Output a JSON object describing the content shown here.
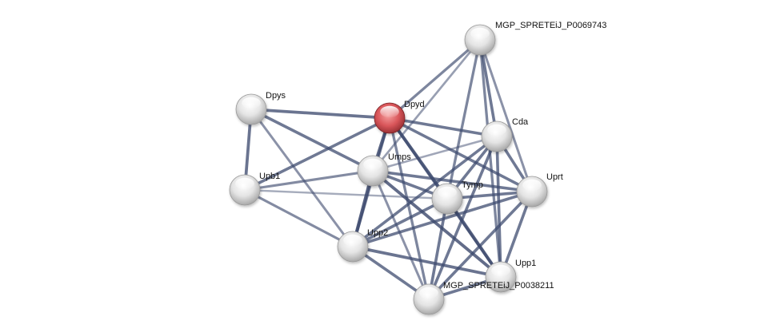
{
  "network": {
    "colors": {
      "edge": "#3d4a6e",
      "node_query": "#d9565a",
      "node_default": "#e2e2e2",
      "label": "#111111"
    },
    "nodes": [
      {
        "id": "Dpyd",
        "label": "Dpyd",
        "query": true
      },
      {
        "id": "Dpys",
        "label": "Dpys"
      },
      {
        "id": "MGP_SPRETEiJ_P0069743",
        "label": "MGP_SPRETEiJ_P0069743"
      },
      {
        "id": "Cda",
        "label": "Cda"
      },
      {
        "id": "Umps",
        "label": "Umps"
      },
      {
        "id": "Upb1",
        "label": "Upb1"
      },
      {
        "id": "Tymp",
        "label": "Tymp"
      },
      {
        "id": "Uprt",
        "label": "Uprt"
      },
      {
        "id": "Upp2",
        "label": "Upp2"
      },
      {
        "id": "Upp1",
        "label": "Upp1"
      },
      {
        "id": "MGP_SPRETEiJ_P0038211",
        "label": "MGP_SPRETEiJ_P0038211"
      }
    ],
    "edges": [
      [
        "Dpys",
        "Dpyd",
        0.75
      ],
      [
        "Dpys",
        "Upb1",
        0.75
      ],
      [
        "Dpys",
        "Umps",
        0.7
      ],
      [
        "Dpys",
        "Upp2",
        0.5
      ],
      [
        "Dpyd",
        "Upb1",
        0.7
      ],
      [
        "Dpyd",
        "Umps",
        0.85
      ],
      [
        "Dpyd",
        "Cda",
        0.7
      ],
      [
        "Dpyd",
        "Tymp",
        0.85
      ],
      [
        "Dpyd",
        "Uprt",
        0.7
      ],
      [
        "Dpyd",
        "MGP_SPRETEiJ_P0069743",
        0.6
      ],
      [
        "Dpyd",
        "Upp2",
        0.6
      ],
      [
        "Dpyd",
        "Upp1",
        0.6
      ],
      [
        "Dpyd",
        "MGP_SPRETEiJ_P0038211",
        0.6
      ],
      [
        "Upb1",
        "Umps",
        0.55
      ],
      [
        "Upb1",
        "Tymp",
        0.3
      ],
      [
        "Upb1",
        "Upp2",
        0.55
      ],
      [
        "MGP_SPRETEiJ_P0069743",
        "Umps",
        0.4
      ],
      [
        "MGP_SPRETEiJ_P0069743",
        "Cda",
        0.7
      ],
      [
        "MGP_SPRETEiJ_P0069743",
        "Uprt",
        0.5
      ],
      [
        "MGP_SPRETEiJ_P0069743",
        "Tymp",
        0.6
      ],
      [
        "MGP_SPRETEiJ_P0069743",
        "Upp1",
        0.6
      ],
      [
        "Umps",
        "Cda",
        0.35
      ],
      [
        "Umps",
        "Tymp",
        0.7
      ],
      [
        "Umps",
        "Uprt",
        0.7
      ],
      [
        "Umps",
        "Upp2",
        0.9
      ],
      [
        "Umps",
        "Upp1",
        0.8
      ],
      [
        "Umps",
        "MGP_SPRETEiJ_P0038211",
        0.5
      ],
      [
        "Cda",
        "Tymp",
        0.7
      ],
      [
        "Cda",
        "Uprt",
        0.7
      ],
      [
        "Cda",
        "Upp2",
        0.7
      ],
      [
        "Cda",
        "Upp1",
        0.7
      ],
      [
        "Cda",
        "MGP_SPRETEiJ_P0038211",
        0.7
      ],
      [
        "Tymp",
        "Uprt",
        0.7
      ],
      [
        "Tymp",
        "Upp2",
        0.7
      ],
      [
        "Tymp",
        "Upp1",
        0.85
      ],
      [
        "Tymp",
        "MGP_SPRETEiJ_P0038211",
        0.7
      ],
      [
        "Uprt",
        "Upp2",
        0.7
      ],
      [
        "Uprt",
        "Upp1",
        0.7
      ],
      [
        "Uprt",
        "MGP_SPRETEiJ_P0038211",
        0.7
      ],
      [
        "Upp2",
        "Upp1",
        0.75
      ],
      [
        "Upp2",
        "MGP_SPRETEiJ_P0038211",
        0.7
      ],
      [
        "Upp1",
        "MGP_SPRETEiJ_P0038211",
        0.7
      ]
    ]
  }
}
